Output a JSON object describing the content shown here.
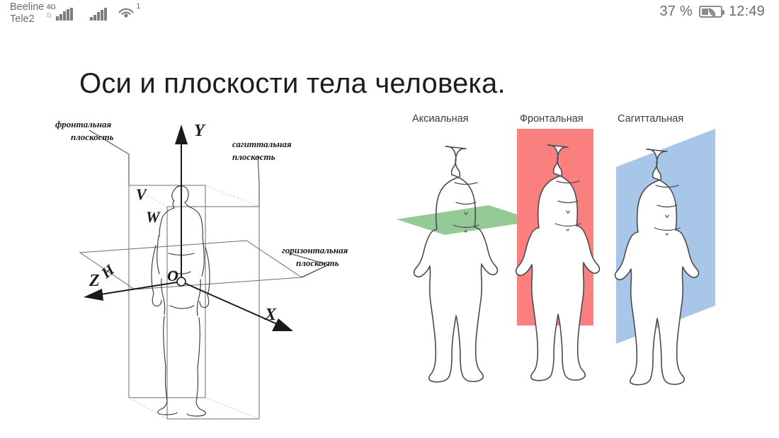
{
  "status_bar": {
    "carrier_line_1": "Beeline",
    "carrier_line_2": "Tele2",
    "network_type_1": "4G",
    "network_type_2": "1)",
    "hotspot_count": "1",
    "battery_percent": "37 %",
    "time": "12:49",
    "icons": {
      "signal_1": "signal-bars-icon",
      "signal_2": "signal-bars-icon",
      "hotspot": "hotspot-icon",
      "battery": "battery-power-saving-icon"
    }
  },
  "slide": {
    "title": "Оси и плоскости тела человека.",
    "left_diagram": {
      "name": "axes-and-planes-3d-diagram",
      "labels": {
        "frontal_plane": "фронтальная\nплоскость",
        "frontal_plane_line1": "фронтальная",
        "frontal_plane_line2": "плоскость",
        "sagittal_plane_line1": "сагиттальная",
        "sagittal_plane_line2": "плоскость",
        "horizontal_plane_line1": "горизонтальная",
        "horizontal_plane_line2": "плоскость",
        "axis_y": "Y",
        "axis_x": "X",
        "axis_z": "Z",
        "plane_v": "V",
        "plane_w": "W",
        "plane_h": "H",
        "origin": "O"
      }
    },
    "right_diagram": {
      "name": "body-planes-colored-figures",
      "figures": [
        {
          "label": "Аксиальная",
          "plane_color": "#8cc48c",
          "plane_shape": "horizontal-parallelogram"
        },
        {
          "label": "Фронтальная",
          "plane_color": "#fa8080",
          "plane_shape": "vertical-rectangle"
        },
        {
          "label": "Сагиттальная",
          "plane_color": "#a8c6e8",
          "plane_shape": "slanted-parallelogram"
        }
      ]
    }
  },
  "colors": {
    "background": "#ffffff",
    "title_text": "#1c1c1c",
    "status_text": "#6d6d6d",
    "axial_green": "#8cc48c",
    "frontal_red": "#fa8080",
    "sagittal_blue": "#a8c6e8",
    "outline": "#4a4a52"
  }
}
